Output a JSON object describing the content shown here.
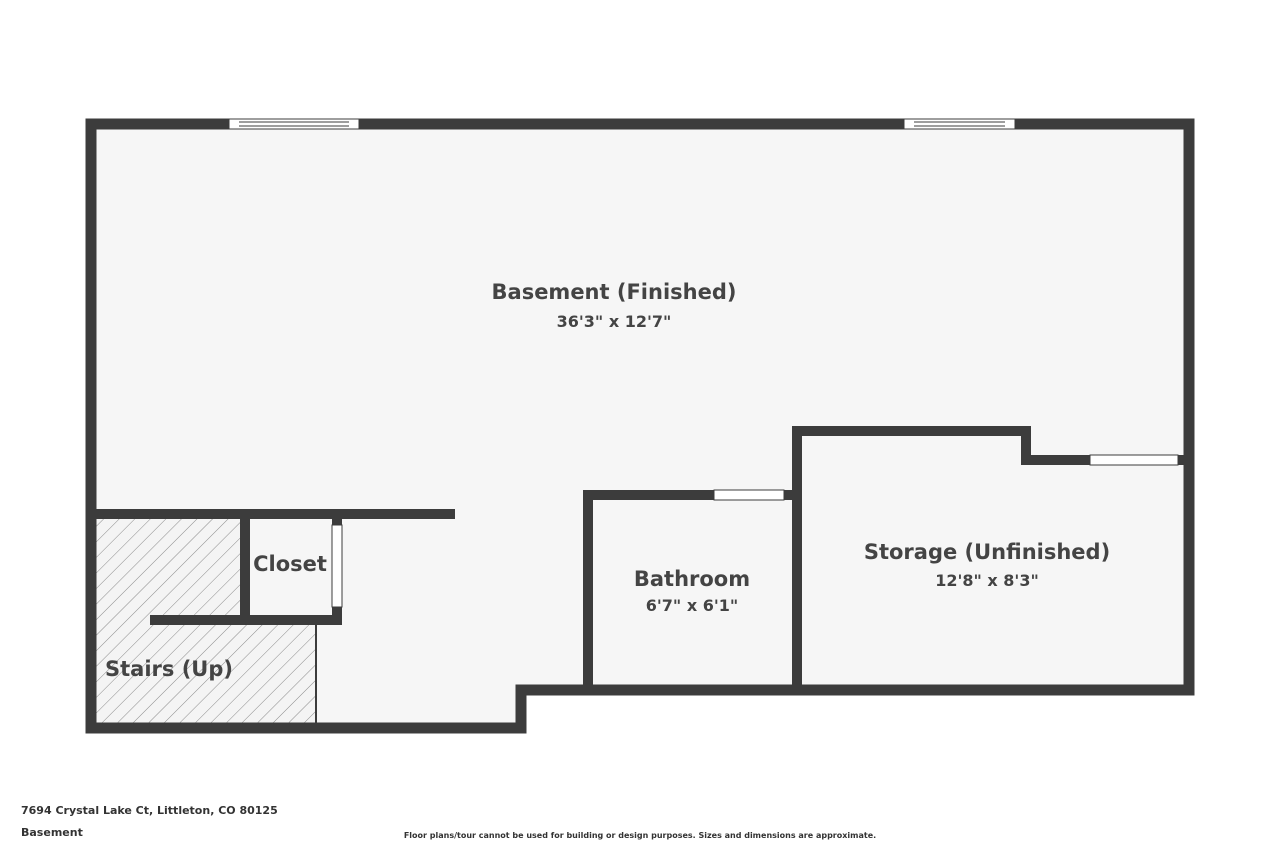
{
  "plan": {
    "rooms": [
      {
        "name": "Basement (Finished)",
        "dimensions": "36'3\" x 12'7\""
      },
      {
        "name": "Closet",
        "dimensions": ""
      },
      {
        "name": "Stairs (Up)",
        "dimensions": ""
      },
      {
        "name": "Bathroom",
        "dimensions": "6'7\" x 6'1\""
      },
      {
        "name": "Storage (Unfinished)",
        "dimensions": "12'8\" x 8'3\""
      }
    ]
  },
  "footer": {
    "address": "7694 Crystal Lake Ct, Littleton, CO 80125",
    "floor": "Basement",
    "disclaimer": "Floor plans/tour cannot be used for building or design purposes. Sizes and dimensions are approximate."
  },
  "colors": {
    "wall": "#3c3c3c",
    "floor": "#f6f6f6",
    "text": "#444444"
  }
}
